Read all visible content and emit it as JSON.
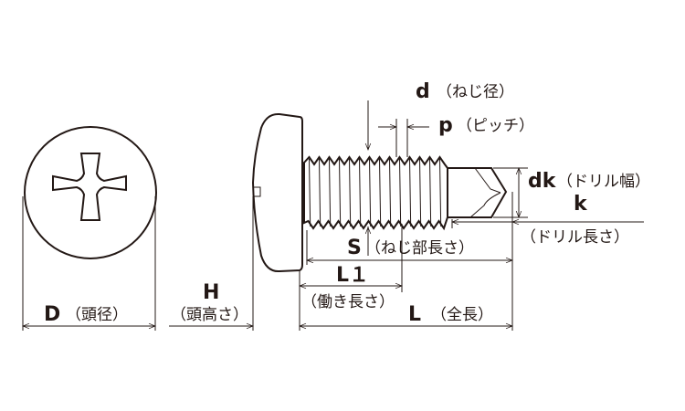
{
  "diagram": {
    "title": "Pan head drill screw dimensions",
    "labels": {
      "d": {
        "symbol": "d",
        "name": "（ねじ径）"
      },
      "p": {
        "symbol": "p",
        "name": "（ピッチ）"
      },
      "dk": {
        "symbol": "dk",
        "name": "（ドリル幅）"
      },
      "k": {
        "symbol": "k",
        "name": "（ドリル長さ）"
      },
      "S": {
        "symbol": "S",
        "name": "（ねじ部長さ）"
      },
      "L1": {
        "symbol": "L１",
        "name": "（働き長さ）"
      },
      "L": {
        "symbol": "L",
        "name": "（全長）"
      },
      "H": {
        "symbol": "H",
        "name": "（頭高さ）"
      },
      "D": {
        "symbol": "D",
        "name": "（頭径）"
      }
    },
    "colors": {
      "ink": "#231815",
      "background": "#ffffff"
    }
  }
}
